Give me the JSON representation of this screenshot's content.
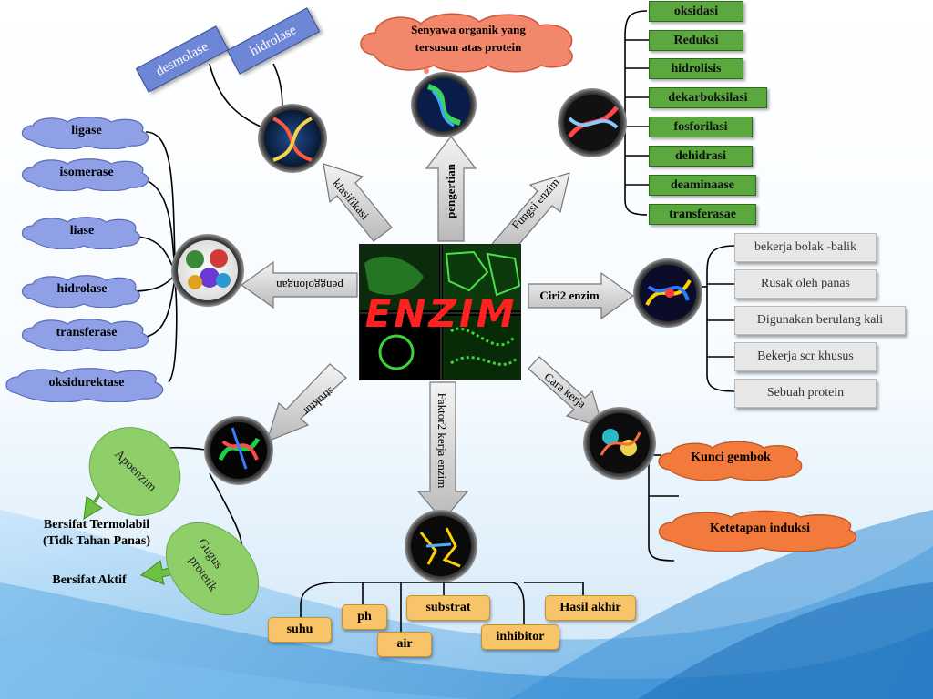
{
  "center": {
    "title": "ENZIM"
  },
  "pengertian": {
    "arrow_label": "pengertian",
    "definition": [
      "Senyawa organik yang",
      "tersusun atas protein"
    ]
  },
  "klasifikasi": {
    "arrow_label": "klasifikasi",
    "items": [
      "desmolase",
      "hidrolase"
    ]
  },
  "fungsi": {
    "arrow_label": "Fungsi enzim",
    "items": [
      "oksidasi",
      "Reduksi",
      "hidrolisis",
      "dekarboksilasi",
      "fosforilasi",
      "dehidrasi",
      "deaminaase",
      "transferasae"
    ]
  },
  "ciri": {
    "arrow_label": "Ciri2 enzim",
    "items": [
      "bekerja bolak -balik",
      "Rusak oleh panas",
      "Digunakan berulang kali",
      "Bekerja scr khusus",
      "Sebuah protein"
    ]
  },
  "penggolongan": {
    "arrow_label": "penggolongan",
    "items": [
      "ligase",
      "isomerase",
      "liase",
      "hidrolase",
      "transferase",
      "oksidurektase"
    ]
  },
  "struktur": {
    "arrow_label": "struktur",
    "apoenzim": "Apoenzim",
    "gugus": [
      "Gugus",
      "protetik"
    ],
    "apoenzim_prop": [
      "Bersifat Termolabil",
      "(Tidk Tahan Panas)"
    ],
    "gugus_prop": "Bersifat Aktif"
  },
  "faktor": {
    "arrow_label": "Faktor2 kerja enzim",
    "items": [
      "suhu",
      "ph",
      "air",
      "substrat",
      "inhibitor",
      "Hasil akhir"
    ]
  },
  "cara_kerja": {
    "arrow_label": "Cara kerja",
    "items": [
      "Kunci gembok",
      "Ketetapan induksi"
    ]
  }
}
